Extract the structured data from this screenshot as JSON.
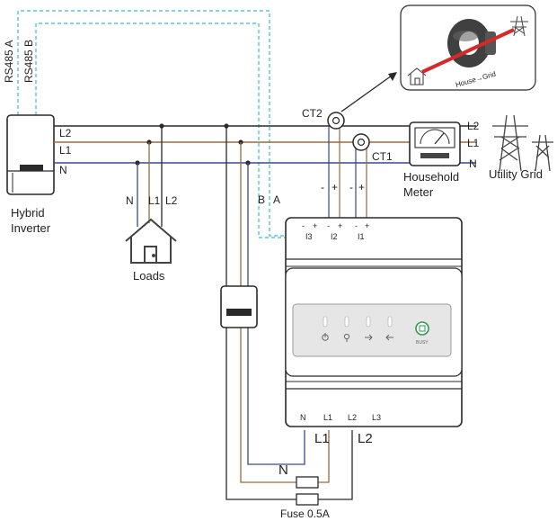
{
  "colors": {
    "line_black": "#2a2a2a",
    "line_brown": "#9a6b3e",
    "line_blue": "#3a4a8a",
    "line_dashed_cyan": "#3ab7d8",
    "ct_red": "#d5292b",
    "led_green": "#2f9a55"
  },
  "inverter": {
    "line1": "Hybrid",
    "line2": "Inverter"
  },
  "rs485": {
    "a": "RS485 A",
    "b": "RS485 B"
  },
  "bus_labels": {
    "l2": "L2",
    "l1": "L1",
    "n": "N"
  },
  "loads": {
    "label": "Loads",
    "n": "N",
    "l1": "L1",
    "l2": "L2"
  },
  "ct": {
    "ct1": "CT1",
    "ct2": "CT2"
  },
  "ct_polarity": {
    "minus": "-",
    "plus": "+"
  },
  "household_meter": {
    "line1": "Household",
    "line2": "Meter"
  },
  "utility_grid": {
    "label": "Utility Grid",
    "l2": "L2",
    "l1": "L1",
    "n": "N"
  },
  "callout": {
    "direction": "House→Grid"
  },
  "meter_device": {
    "rs485_b": "B",
    "rs485_a": "A",
    "terminals_top": [
      "I3",
      "I2",
      "I1"
    ],
    "terminals_bottom": [
      "N",
      "L1",
      "L2",
      "L3"
    ],
    "wire_labels": {
      "l1": "L1",
      "l2": "L2",
      "n": "N"
    },
    "status_text": "BUSY"
  },
  "fuse": {
    "label": "Fuse 0.5A"
  }
}
